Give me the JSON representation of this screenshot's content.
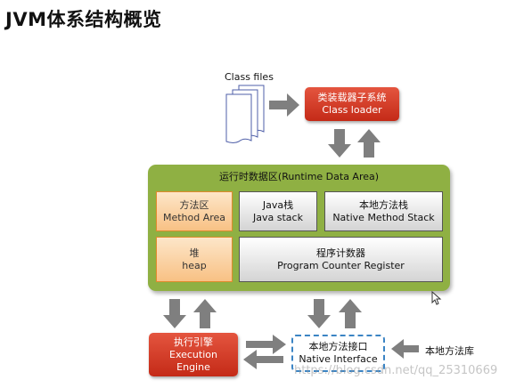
{
  "title": "JVM体系结构概览",
  "class_files": {
    "label": "Class files"
  },
  "class_loader": {
    "line1": "类装载器子系统",
    "line2": "Class loader"
  },
  "runtime_area": {
    "title": "运行时数据区(Runtime Data Area)",
    "method_area": {
      "line1": "方法区",
      "line2": "Method Area"
    },
    "java_stack": {
      "line1": "Java栈",
      "line2": "Java stack"
    },
    "native_stack": {
      "line1": "本地方法栈",
      "line2": "Native Method Stack"
    },
    "heap": {
      "line1": "堆",
      "line2": "heap"
    },
    "pc_register": {
      "line1": "程序计数器",
      "line2": "Program Counter Register"
    }
  },
  "execution_engine": {
    "line1": "执行引擎",
    "line2": "Execution",
    "line3": "Engine"
  },
  "native_interface": {
    "line1": "本地方法接口",
    "line2": "Native Interface"
  },
  "native_library": {
    "label": "本地方法库"
  },
  "watermark": "https://blog.csdn.net/qq_25310669",
  "colors": {
    "red_box": "#d23b26",
    "green_area": "#8fb043",
    "orange_cell": "#f8c184",
    "arrow": "#7f7f7f",
    "dashed_border": "#3b84c4"
  }
}
